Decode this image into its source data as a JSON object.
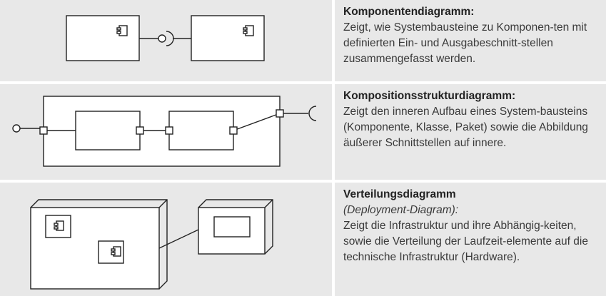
{
  "rows": [
    {
      "title": "Komponentendiagramm:",
      "description": "Zeigt, wie Systembausteine zu Komponen-ten mit definierten Ein- und Ausgabeschnitt-stellen zusammengefasst werden."
    },
    {
      "title": "Kompositionsstrukturdiagramm:",
      "description": "Zeigt den inneren Aufbau eines System-bausteins (Komponente, Klasse, Paket) sowie die Abbildung äußerer Schnittstellen auf innere."
    },
    {
      "title": "Verteilungsdiagramm",
      "subtitle": "(Deployment-Diagram):",
      "description": "Zeigt die Infrastruktur und ihre Abhängig-keiten, sowie die Verteilung der Laufzeit-elemente auf die technische Infrastruktur (Hardware)."
    }
  ],
  "colors": {
    "cell_background": "#e8e8e8",
    "box_fill": "#ffffff",
    "stroke": "#222222",
    "text": "#3a3a3a"
  }
}
